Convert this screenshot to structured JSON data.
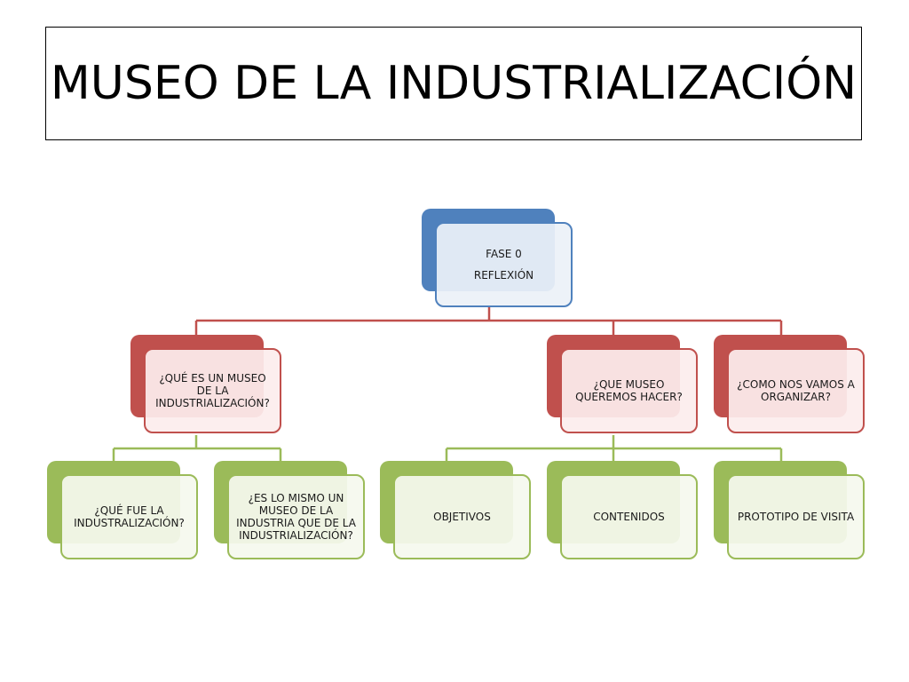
{
  "title": "MUSEO DE LA INDUSTRIALIZACIÓN",
  "colors": {
    "blue": "#4f81bd",
    "red": "#c0504d",
    "green": "#9bbb59",
    "title_border": "#000000"
  },
  "root": {
    "line1": "FASE 0",
    "line2": "REFLEXIÓN"
  },
  "level1": [
    {
      "label": "¿QUÉ ES UN MUSEO DE LA INDUSTRIALIZACIÓN?"
    },
    {
      "label": "¿QUE MUSEO QUEREMOS HACER?"
    },
    {
      "label": "¿COMO NOS VAMOS A ORGANIZAR?"
    }
  ],
  "level2_group1": [
    {
      "label": "¿QUÉ FUE LA INDUSTRALIZACIÓN?"
    },
    {
      "label": "¿ES LO MISMO UN MUSEO DE LA INDUSTRIA QUE DE LA INDUSTRIALIZACIÓN?"
    }
  ],
  "level2_group2": [
    {
      "label": "OBJETIVOS"
    },
    {
      "label": "CONTENIDOS"
    },
    {
      "label": "PROTOTIPO DE VISITA"
    }
  ]
}
